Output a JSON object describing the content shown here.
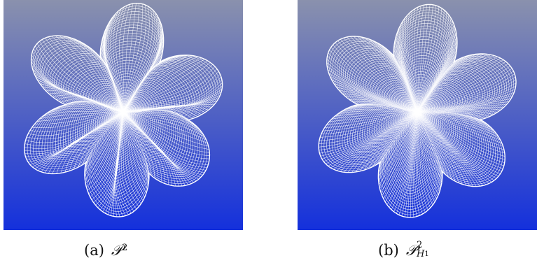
{
  "figure": {
    "background_gradient": {
      "top": "#8a91ad",
      "bottom": "#1430dc"
    },
    "mesh_color": "#ffffff",
    "panels": [
      {
        "id": "a",
        "image_description_icon": "flower-mesh-icon",
        "caption": {
          "tag": "(a)",
          "symbol": "𝒫",
          "superscript": "2",
          "subscript": ""
        }
      },
      {
        "id": "b",
        "image_description_icon": "flower-mesh-icon",
        "caption": {
          "tag": "(b)",
          "symbol": "𝒫",
          "superscript": "2",
          "subscript_base": "H",
          "subscript_sup": "1"
        }
      }
    ]
  }
}
